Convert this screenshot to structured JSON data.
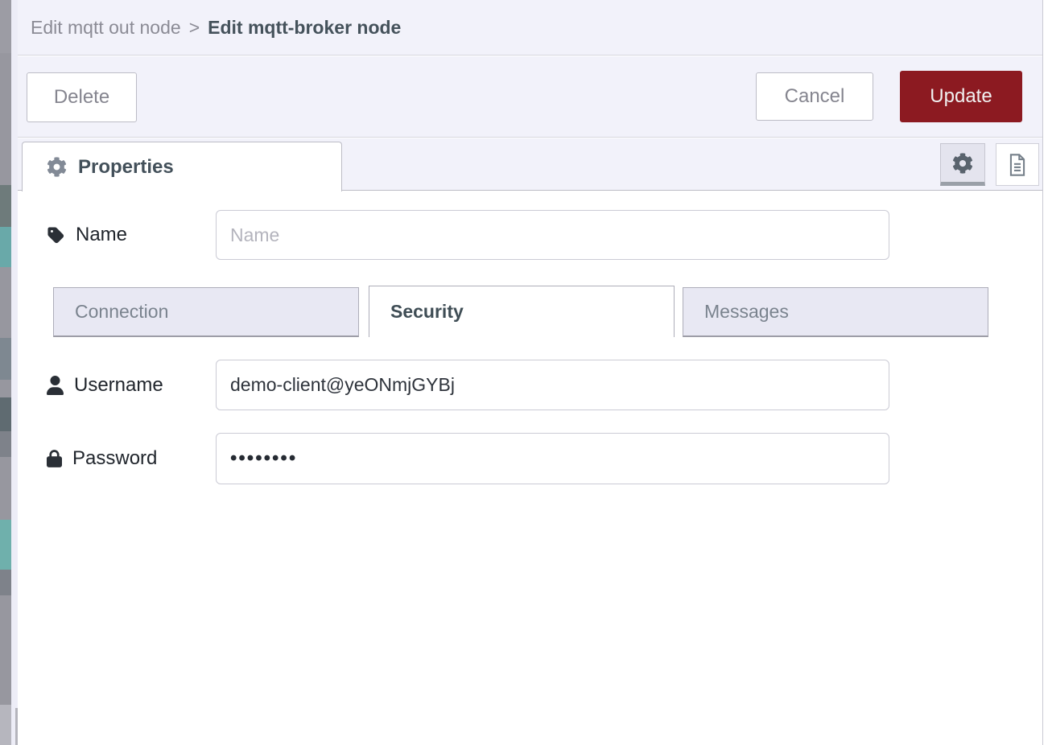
{
  "breadcrumb": {
    "parent": "Edit mqtt out node",
    "separator": ">",
    "current": "Edit mqtt-broker node"
  },
  "toolbar": {
    "delete_label": "Delete",
    "cancel_label": "Cancel",
    "update_label": "Update"
  },
  "tabbar": {
    "properties_label": "Properties"
  },
  "form": {
    "name": {
      "label": "Name",
      "placeholder": "Name",
      "value": ""
    },
    "username": {
      "label": "Username",
      "value": "demo-client@yeONmjGYBj"
    },
    "password": {
      "label": "Password",
      "value_masked": "••••••••"
    }
  },
  "inner_tabs": {
    "items": [
      {
        "label": "Connection",
        "active": false
      },
      {
        "label": "Security",
        "active": true
      },
      {
        "label": "Messages",
        "active": false
      }
    ]
  },
  "icons": {
    "properties_tab": "gear-icon",
    "node_settings_button": "gear-icon",
    "description_button": "file-icon",
    "name_field": "tag-icon",
    "username_field": "user-icon",
    "password_field": "lock-icon"
  },
  "colors": {
    "update_button": "#8C1A21",
    "header_background": "#F2F2FA",
    "inactive_tab_background": "#E8E8F3",
    "active_text": "#43505A",
    "muted_text": "#85858F",
    "strip_teal": "#69A9A9"
  }
}
